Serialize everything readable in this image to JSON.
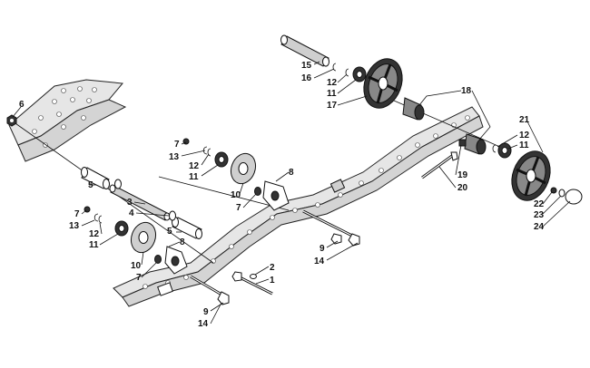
{
  "callouts": {
    "c1": "1",
    "c2": "2",
    "c3": "3",
    "c4": "4",
    "c5a": "5",
    "c5b": "5",
    "c6": "6",
    "c7a": "7",
    "c7b": "7",
    "c7c": "7",
    "c7d": "7",
    "c8a": "8",
    "c8b": "8",
    "c9a": "9",
    "c9b": "9",
    "c10a": "10",
    "c10b": "10",
    "c11a": "11",
    "c11b": "11",
    "c11c": "11",
    "c11d": "11",
    "c12a": "12",
    "c12b": "12",
    "c12c": "12",
    "c12d": "12",
    "c13a": "13",
    "c13b": "13",
    "c14a": "14",
    "c14b": "14",
    "c15": "15",
    "c16": "16",
    "c17": "17",
    "c18": "18",
    "c19": "19",
    "c20": "20",
    "c21": "21",
    "c22": "22",
    "c23": "23",
    "c24": "24"
  }
}
